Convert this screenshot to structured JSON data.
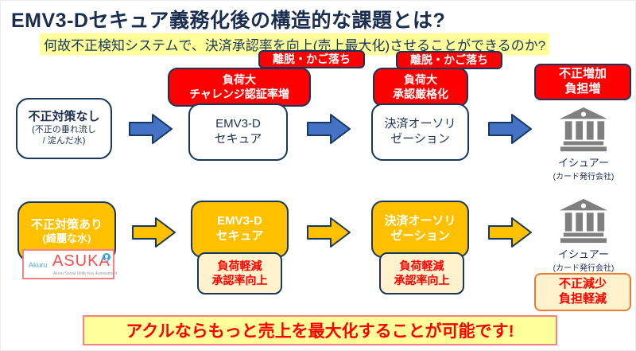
{
  "header": {
    "title": "EMV3-Dセキュア義務化後の構造的な課題とは?",
    "subtitle": "何故不正検知システムで、決済承認率を向上(売上最大化)させることができるのか?"
  },
  "flow_before": {
    "start": {
      "title": "不正対策なし",
      "sub1": "(不正の垂れ流し",
      "sub2": "/ 淀んだ水)"
    },
    "badge1": "離脱・かご落ち",
    "badge2": "離脱・かご落ち",
    "callout1": {
      "line1": "負荷大",
      "line2": "チャレンジ認証率増"
    },
    "step1": {
      "line1": "EMV3-D",
      "line2": "セキュア"
    },
    "callout2": {
      "line1": "負荷大",
      "line2": "承認厳格化"
    },
    "step2": {
      "line1": "決済オーソリ",
      "line2": "ゼーション"
    },
    "result": {
      "line1": "不正増加",
      "line2": "負担増"
    },
    "issuer": {
      "name": "イシュアー",
      "sub": "(カード発行会社)"
    }
  },
  "flow_after": {
    "start": {
      "title": "不正対策あり",
      "sub": "(綺麗な水)"
    },
    "logo": {
      "brand1": "Akuru",
      "brand2": "ASUKA",
      "tagline": "Akuru Social Utility Key Assessment"
    },
    "step1": {
      "line1": "EMV3-D",
      "line2": "セキュア"
    },
    "benefit1": {
      "line1": "負荷軽減",
      "line2": "承認率向上"
    },
    "step2": {
      "line1": "決済オーソリ",
      "line2": "ゼーション"
    },
    "benefit2": {
      "line1": "負荷軽減",
      "line2": "承認率向上"
    },
    "issuer": {
      "name": "イシュアー",
      "sub": "(カード発行会社)"
    },
    "result": {
      "line1": "不正減少",
      "line2": "負担軽減"
    }
  },
  "banner": {
    "text": "アクルならもっと売上を最大化することが可能です!"
  },
  "colors": {
    "navy_border": "#16365c",
    "title_text": "#1b2e4f",
    "red": "#ff0000",
    "amber": "#ffc000",
    "arrow_blue": "#4472c4",
    "cream": "#fff2cc",
    "highlight_yellow": "#ffff99",
    "banner_border": "#ff8080",
    "result2_border": "#ed7d31",
    "bank_gray": "#7f7f7f"
  }
}
